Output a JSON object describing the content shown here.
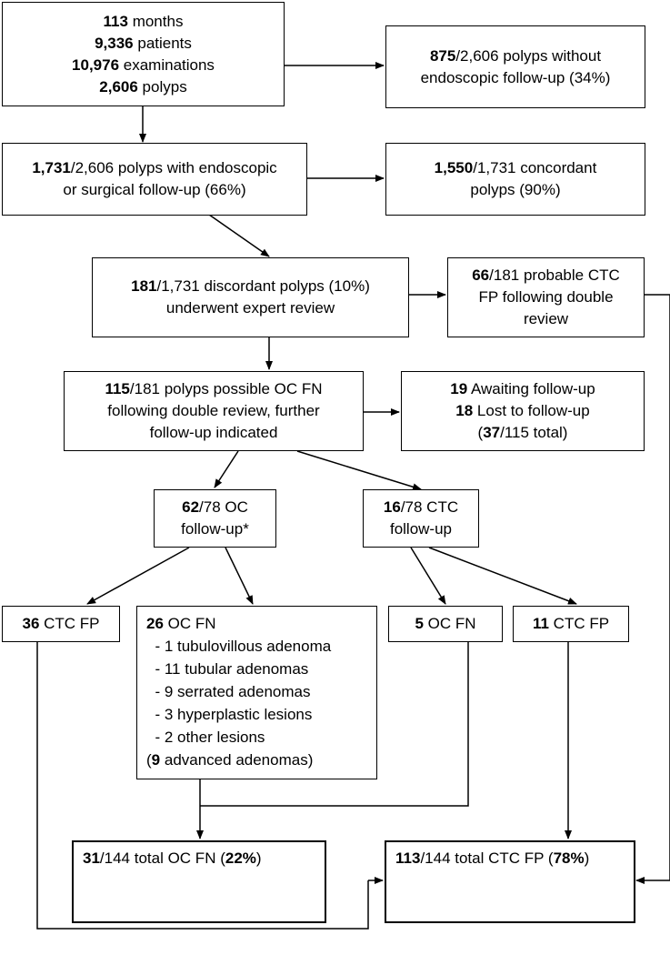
{
  "boxes": {
    "b1": [
      {
        "bold": "113",
        "rest": " months"
      },
      {
        "bold": "9,336",
        "rest": " patients"
      },
      {
        "bold": "10,976",
        "rest": " examinations"
      },
      {
        "bold": "2,606",
        "rest": " polyps"
      }
    ],
    "b2": [
      {
        "bold": "875",
        "rest": "/2,606 polyps without"
      },
      {
        "bold": "",
        "rest": "endoscopic follow-up (34%)"
      }
    ],
    "b3": [
      {
        "bold": "1,731",
        "rest": "/2,606 polyps with endoscopic"
      },
      {
        "bold": "",
        "rest": "or surgical follow-up (66%)"
      }
    ],
    "b4": [
      {
        "bold": "1,550",
        "rest": "/1,731 concordant"
      },
      {
        "bold": "",
        "rest": "polyps (90%)"
      }
    ],
    "b5": [
      {
        "bold": "181",
        "rest": "/1,731 discordant polyps (10%)"
      },
      {
        "bold": "",
        "rest": "underwent expert review"
      }
    ],
    "b6": [
      {
        "bold": "66",
        "rest": "/181 probable CTC"
      },
      {
        "bold": "",
        "rest": "FP following double"
      },
      {
        "bold": "",
        "rest": "review"
      }
    ],
    "b7": [
      {
        "bold": "115",
        "rest": "/181 polyps possible OC FN"
      },
      {
        "bold": "",
        "rest": "following double review, further"
      },
      {
        "bold": "",
        "rest": "follow-up indicated"
      }
    ],
    "b8": [
      {
        "bold": "19",
        "rest": " Awaiting follow-up"
      },
      {
        "bold": "18",
        "rest": " Lost to follow-up"
      },
      {
        "pre": "(",
        "bold": "37",
        "rest": "/115 total)"
      }
    ],
    "b9": [
      {
        "bold": "62",
        "rest": "/78 OC"
      },
      {
        "bold": "",
        "rest": "follow-up*"
      }
    ],
    "b10": [
      {
        "bold": "16",
        "rest": "/78 CTC"
      },
      {
        "bold": "",
        "rest": "follow-up"
      }
    ],
    "b11": [
      {
        "bold": "36",
        "rest": " CTC FP"
      }
    ],
    "b12": [
      {
        "bold": "26",
        "rest": " OC FN"
      },
      {
        "bold": "",
        "rest": "  - 1 tubulovillous adenoma"
      },
      {
        "bold": "",
        "rest": "  - 11 tubular adenomas"
      },
      {
        "bold": "",
        "rest": "  - 9 serrated adenomas"
      },
      {
        "bold": "",
        "rest": "  - 3 hyperplastic lesions"
      },
      {
        "bold": "",
        "rest": "  - 2 other lesions"
      },
      {
        "pre": "(",
        "bold": "9",
        "rest": " advanced adenomas)"
      }
    ],
    "b13": [
      {
        "bold": "5",
        "rest": " OC FN"
      }
    ],
    "b14": [
      {
        "bold": "11",
        "rest": " CTC FP"
      }
    ],
    "b15": [
      {
        "bold": "31",
        "rest": "/144 total OC FN (",
        "bold2": "22%",
        "rest2": ")"
      }
    ],
    "b16": [
      {
        "bold": "113",
        "rest": "/144 total CTC FP (",
        "bold2": "78%",
        "rest2": ")"
      }
    ]
  }
}
